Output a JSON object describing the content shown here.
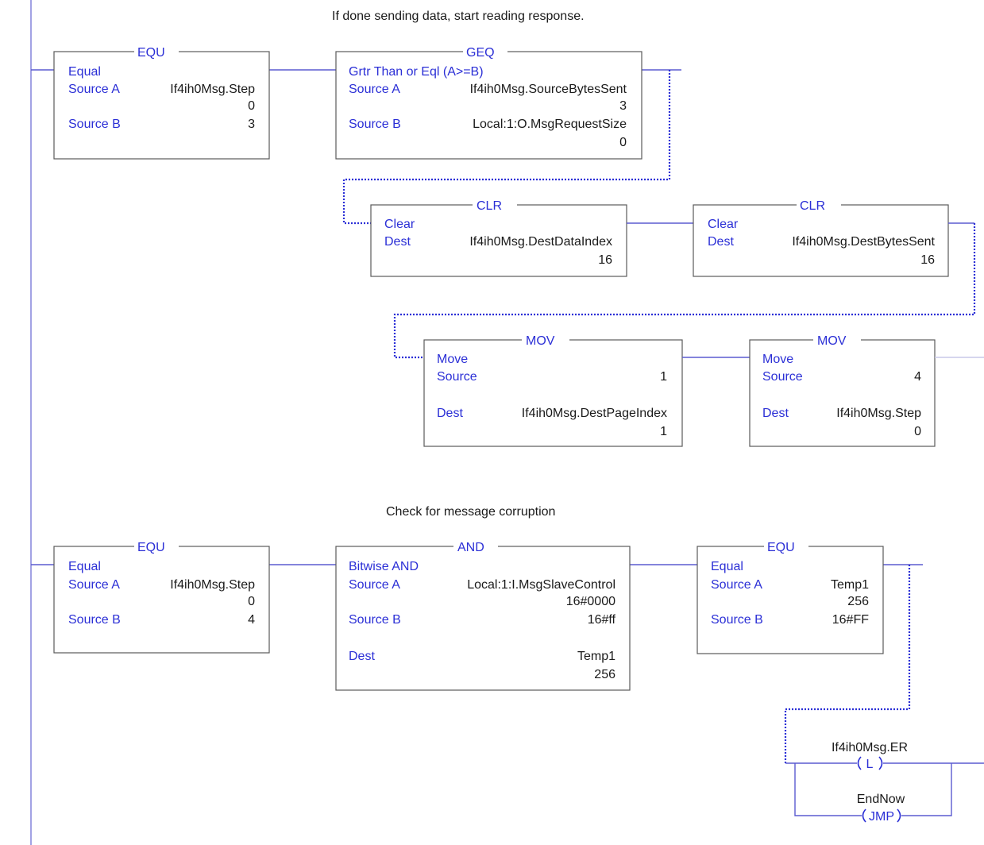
{
  "rung0": {
    "comment": "If done sending data, start reading response.",
    "equ": {
      "mnemonic": "EQU",
      "title": "Equal",
      "srcA_label": "Source A",
      "srcA_tag": "If4ih0Msg.Step",
      "srcA_val": "0",
      "srcB_label": "Source B",
      "srcB_val": "3"
    },
    "geq": {
      "mnemonic": "GEQ",
      "title": "Grtr Than or Eql (A>=B)",
      "srcA_label": "Source A",
      "srcA_tag": "If4ih0Msg.SourceBytesSent",
      "srcA_val": "3",
      "srcB_label": "Source B",
      "srcB_tag": "Local:1:O.MsgRequestSize",
      "srcB_val": "0"
    },
    "clr1": {
      "mnemonic": "CLR",
      "title": "Clear",
      "dest_label": "Dest",
      "dest_tag": "If4ih0Msg.DestDataIndex",
      "dest_val": "16"
    },
    "clr2": {
      "mnemonic": "CLR",
      "title": "Clear",
      "dest_label": "Dest",
      "dest_tag": "If4ih0Msg.DestBytesSent",
      "dest_val": "16"
    },
    "mov1": {
      "mnemonic": "MOV",
      "title": "Move",
      "src_label": "Source",
      "src_val": "1",
      "dest_label": "Dest",
      "dest_tag": "If4ih0Msg.DestPageIndex",
      "dest_val": "1"
    },
    "mov2": {
      "mnemonic": "MOV",
      "title": "Move",
      "src_label": "Source",
      "src_val": "4",
      "dest_label": "Dest",
      "dest_tag": "If4ih0Msg.Step",
      "dest_val": "0"
    }
  },
  "rung1": {
    "comment": "Check for message corruption",
    "equ": {
      "mnemonic": "EQU",
      "title": "Equal",
      "srcA_label": "Source A",
      "srcA_tag": "If4ih0Msg.Step",
      "srcA_val": "0",
      "srcB_label": "Source B",
      "srcB_val": "4"
    },
    "and": {
      "mnemonic": "AND",
      "title": "Bitwise AND",
      "srcA_label": "Source A",
      "srcA_tag": "Local:1:I.MsgSlaveControl",
      "srcA_val": "16#0000",
      "srcB_label": "Source B",
      "srcB_val": "16#ff",
      "dest_label": "Dest",
      "dest_tag": "Temp1",
      "dest_val": "256"
    },
    "equ2": {
      "mnemonic": "EQU",
      "title": "Equal",
      "srcA_label": "Source A",
      "srcA_tag": "Temp1",
      "srcA_val": "256",
      "srcB_label": "Source B",
      "srcB_val": "16#FF"
    },
    "latch": {
      "tag": "If4ih0Msg.ER",
      "symbol": "L"
    },
    "jmp": {
      "tag": "EndNow",
      "symbol": "JMP"
    }
  }
}
